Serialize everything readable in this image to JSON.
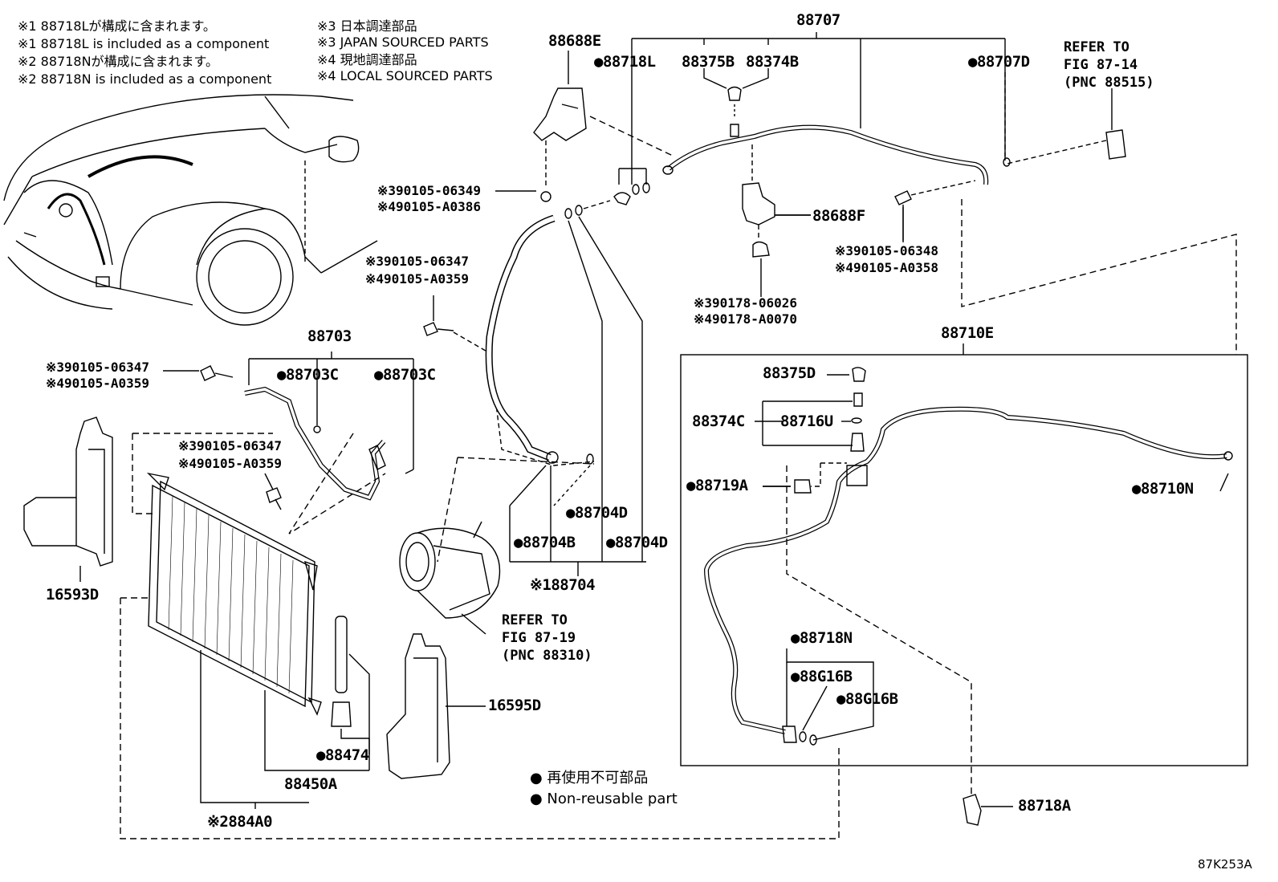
{
  "notes": {
    "n1_ja": "※1 88718Lが構成に含まれます。",
    "n1_en": "※1 88718L is included as a component",
    "n2_ja": "※2 88718Nが構成に含まれます。",
    "n2_en": "※2 88718N is included as a component",
    "n3_ja": "※3 日本調達部品",
    "n3_en": "※3 JAPAN SOURCED PARTS",
    "n4_ja": "※4 現地調達部品",
    "n4_en": "※4 LOCAL SOURCED PARTS"
  },
  "parts": {
    "p88707": "88707",
    "p88688E": "88688E",
    "p88718L": "●88718L",
    "p88375B": "88375B",
    "p88374B": "88374B",
    "p88707D": "●88707D",
    "p88688F": "88688F",
    "b_a1": "※390105-06349",
    "b_a2": "※490105-A0386",
    "b_b1": "※390105-06348",
    "b_b2": "※490105-A0358",
    "b_c1": "※390178-06026",
    "b_c2": "※490178-A0070",
    "b_d1": "※390105-06347",
    "b_d2": "※490105-A0359",
    "b_e1": "※390105-06347",
    "b_e2": "※490105-A0359",
    "b_f1": "※390105-06347",
    "b_f2": "※490105-A0359",
    "p88703": "88703",
    "p88703C_1": "●88703C",
    "p88703C_2": "●88703C",
    "p16593D": "16593D",
    "p88704D_1": "●88704D",
    "p88704B": "●88704B",
    "p88704D_2": "●88704D",
    "p88704": "※188704",
    "p88710E": "88710E",
    "p88375D": "88375D",
    "p88374C": "88374C",
    "p88716U": "88716U",
    "p88719A": "●88719A",
    "p88710N": "●88710N",
    "p88718N": "●88718N",
    "p88G16B_1": "●88G16B",
    "p88G16B_2": "●88G16B",
    "p16595D": "16595D",
    "p88474": "●88474",
    "p88450A": "88450A",
    "p884A0": "※2884A0",
    "p88718A": "88718A"
  },
  "references": {
    "ref1": "REFER TO\nFIG 87-14\n(PNC 88515)",
    "ref2": "REFER TO\nFIG 87-19\n(PNC 88310)"
  },
  "legend": {
    "ja": "● 再使用不可部品",
    "en": "● Non-reusable part"
  },
  "figure_code": "87K253A"
}
